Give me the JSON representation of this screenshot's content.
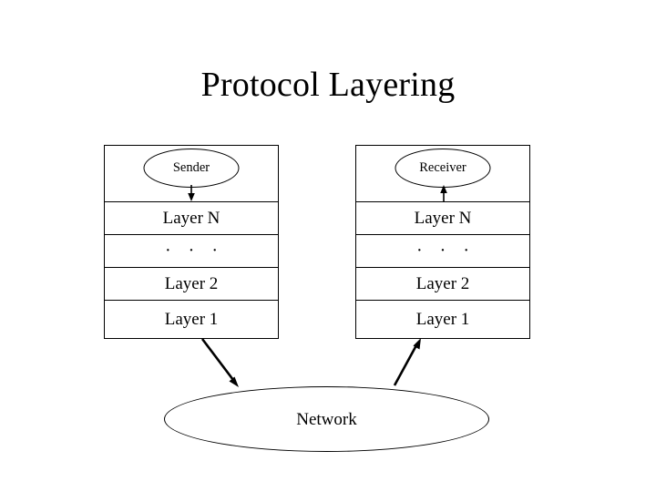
{
  "slide": {
    "title": "Protocol Layering",
    "background_color": "#ffffff",
    "line_color": "#000000",
    "text_color": "#000000"
  },
  "sender_stack": {
    "endpoint_label": "Sender",
    "rows": [
      {
        "label": "Layer N"
      },
      {
        "label": "·  ·  ·"
      },
      {
        "label": "Layer 2"
      },
      {
        "label": "Layer 1"
      }
    ]
  },
  "receiver_stack": {
    "endpoint_label": "Receiver",
    "rows": [
      {
        "label": "Layer N"
      },
      {
        "label": "·  ·  ·"
      },
      {
        "label": "Layer 2"
      },
      {
        "label": "Layer 1"
      }
    ]
  },
  "network": {
    "label": "Network"
  },
  "arrows": {
    "sender_down": {
      "direction": "down",
      "from": "Sender",
      "to": "Layer N"
    },
    "receiver_up": {
      "direction": "up",
      "from": "Layer N",
      "to": "Receiver"
    },
    "sender_to_network": {
      "direction": "down-right",
      "from": "Layer 1",
      "to": "Network"
    },
    "network_to_receiver": {
      "direction": "up-right",
      "from": "Network",
      "to": "Layer 1"
    }
  }
}
